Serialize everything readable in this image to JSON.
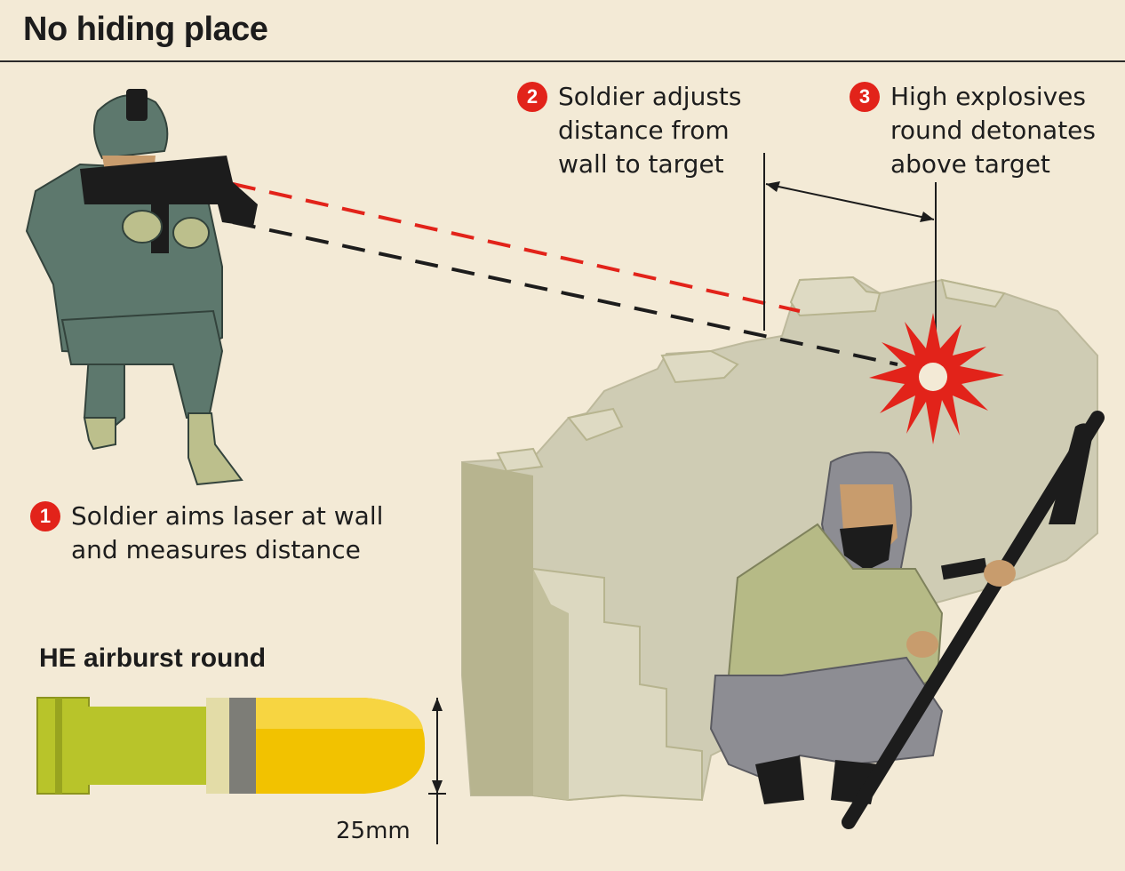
{
  "title": "No hiding place",
  "steps": [
    {
      "num": "1",
      "lines": [
        "Soldier aims laser at wall",
        "and measures distance"
      ]
    },
    {
      "num": "2",
      "lines": [
        "Soldier adjusts",
        "distance from",
        "wall to target"
      ]
    },
    {
      "num": "3",
      "lines": [
        "High explosives",
        "round detonates",
        "above target"
      ]
    }
  ],
  "round": {
    "title": "HE airburst round",
    "caliber": "25mm"
  },
  "colors": {
    "accent_red": "#e2231a",
    "soldier_uniform": "#5d786d",
    "wall": "#cfccb4",
    "wall_shade": "#b7b48f",
    "insurgent_shirt": "#b6ba86",
    "insurgent_pants": "#8d8d93",
    "round_green": "#b8c42a",
    "round_yellow": "#f2c200"
  },
  "icons": [
    "soldier-figure",
    "rifle-icon",
    "laser-beam",
    "explosion-icon",
    "wall-illustration",
    "insurgent-figure",
    "rpg-launcher",
    "airburst-round-icon",
    "dimension-arrow"
  ]
}
